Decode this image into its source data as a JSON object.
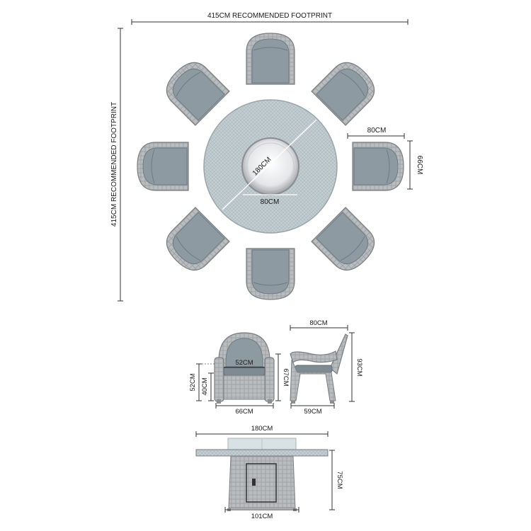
{
  "footprint": {
    "width_label": "415CM RECOMMENDED FOOTPRINT",
    "depth_label": "415CM RECOMMENDED FOOTPRINT"
  },
  "top_view": {
    "table_diameter_label": "180CM",
    "burner_width_label": "80CM",
    "chair_width_label": "80CM",
    "chair_depth_label": "66CM",
    "chair_count": 8
  },
  "chair_front": {
    "seat_width_label": "52CM",
    "seat_height_label": "52CM",
    "arm_gap_label": "40CM",
    "back_height_label": "67CM",
    "overall_width_label": "66CM"
  },
  "chair_side": {
    "overall_depth_label": "80CM",
    "overall_height_label": "93CM",
    "seat_depth_label": "59CM"
  },
  "table_side": {
    "top_width_label": "180CM",
    "base_width_label": "101CM",
    "height_label": "75CM"
  },
  "colors": {
    "cushion": "#8e9aa2",
    "cushion_dark": "#6f7b83",
    "wicker": "#b5b8bb",
    "wicker_dark": "#7a7e82",
    "glass": "#bcc8cc",
    "line": "#333333"
  }
}
